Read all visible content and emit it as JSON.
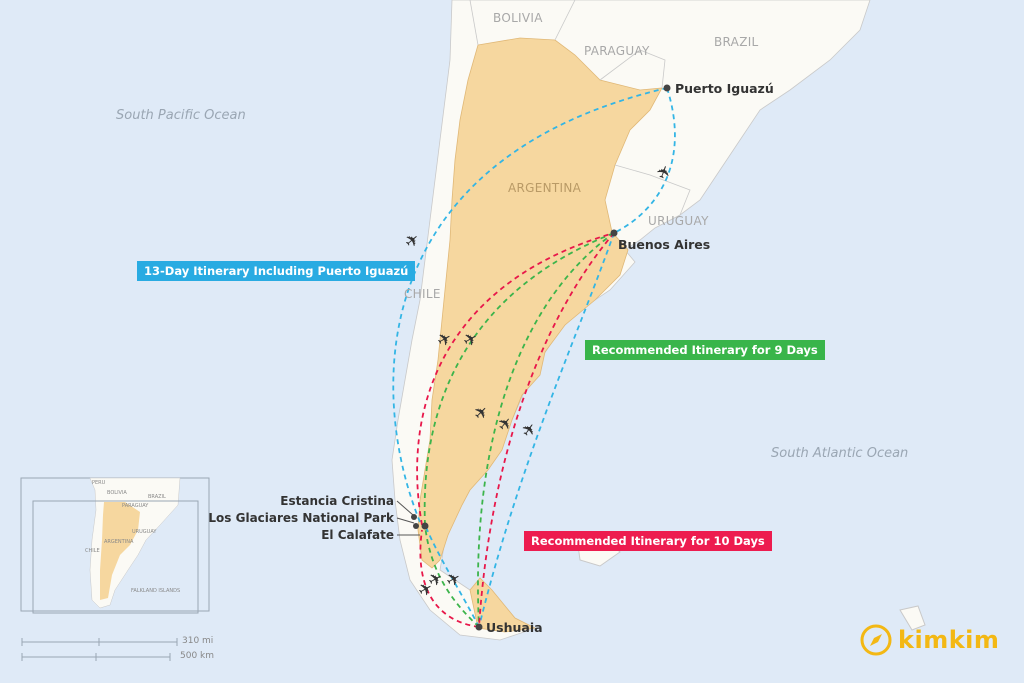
{
  "countries": {
    "bolivia": "BOLIVIA",
    "paraguay": "PARAGUAY",
    "brazil": "BRAZIL",
    "argentina": "ARGENTINA",
    "uruguay": "URUGUAY",
    "chile": "CHILE"
  },
  "oceans": {
    "pacific": "South Pacific Ocean",
    "atlantic": "South Atlantic Ocean"
  },
  "cities": {
    "puerto_iguazu": "Puerto Iguazú",
    "buenos_aires": "Buenos Aires",
    "ushuaia": "Ushuaia",
    "estancia_cristina": "Estancia Cristina",
    "los_glaciares": "Los Glaciares National Park",
    "el_calafate": "El Calafate"
  },
  "itineraries": [
    {
      "label": "13-Day Itinerary Including Puerto Iguazú",
      "color": "#33b5e5"
    },
    {
      "label": "Recommended Itinerary for 9 Days",
      "color": "#3cb44b"
    },
    {
      "label": "Recommended Itinerary for 10 Days",
      "color": "#e8174a"
    }
  ],
  "inset": {
    "peru": "PERU",
    "bolivia": "BOLIVIA",
    "brazil": "BRAZIL",
    "paraguay": "PARAGUAY",
    "uruguay": "URUGUAY",
    "argentina": "ARGENTINA",
    "chile": "CHILE",
    "falklands": "FALKLAND ISLANDS"
  },
  "scale": {
    "miles": "310 mi",
    "km": "500 km"
  },
  "brand": {
    "name": "kimkim",
    "color": "#f3b814"
  }
}
